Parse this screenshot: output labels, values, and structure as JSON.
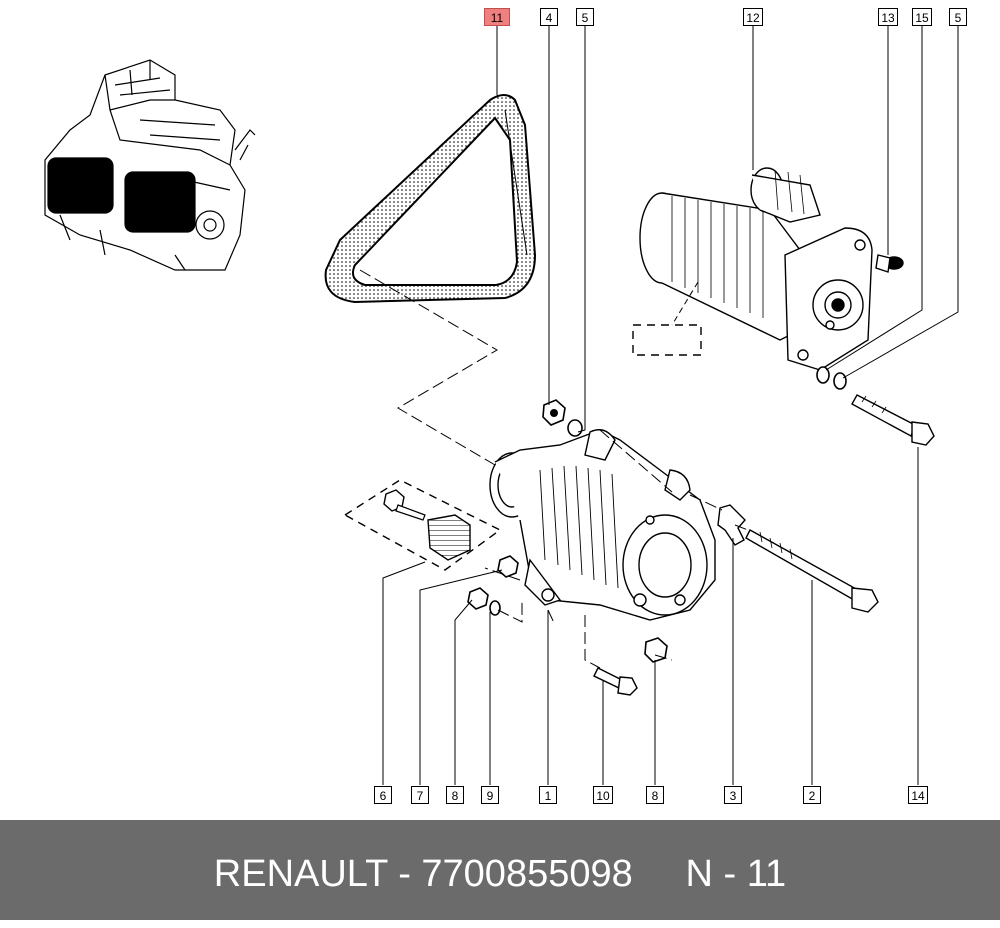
{
  "callouts": {
    "c11": "11",
    "c4": "4",
    "c5a": "5",
    "c12": "12",
    "c13": "13",
    "c15": "15",
    "c5b": "5",
    "c6": "6",
    "c7": "7",
    "c8a": "8",
    "c9": "9",
    "c1": "1",
    "c10": "10",
    "c8b": "8",
    "c3": "3",
    "c2": "2",
    "c14": "14"
  },
  "footer": {
    "text": "RENAULT - 7700855098     N - 11"
  },
  "colors": {
    "footer_bg": "#6b6b6b",
    "highlight": "#f08080"
  }
}
